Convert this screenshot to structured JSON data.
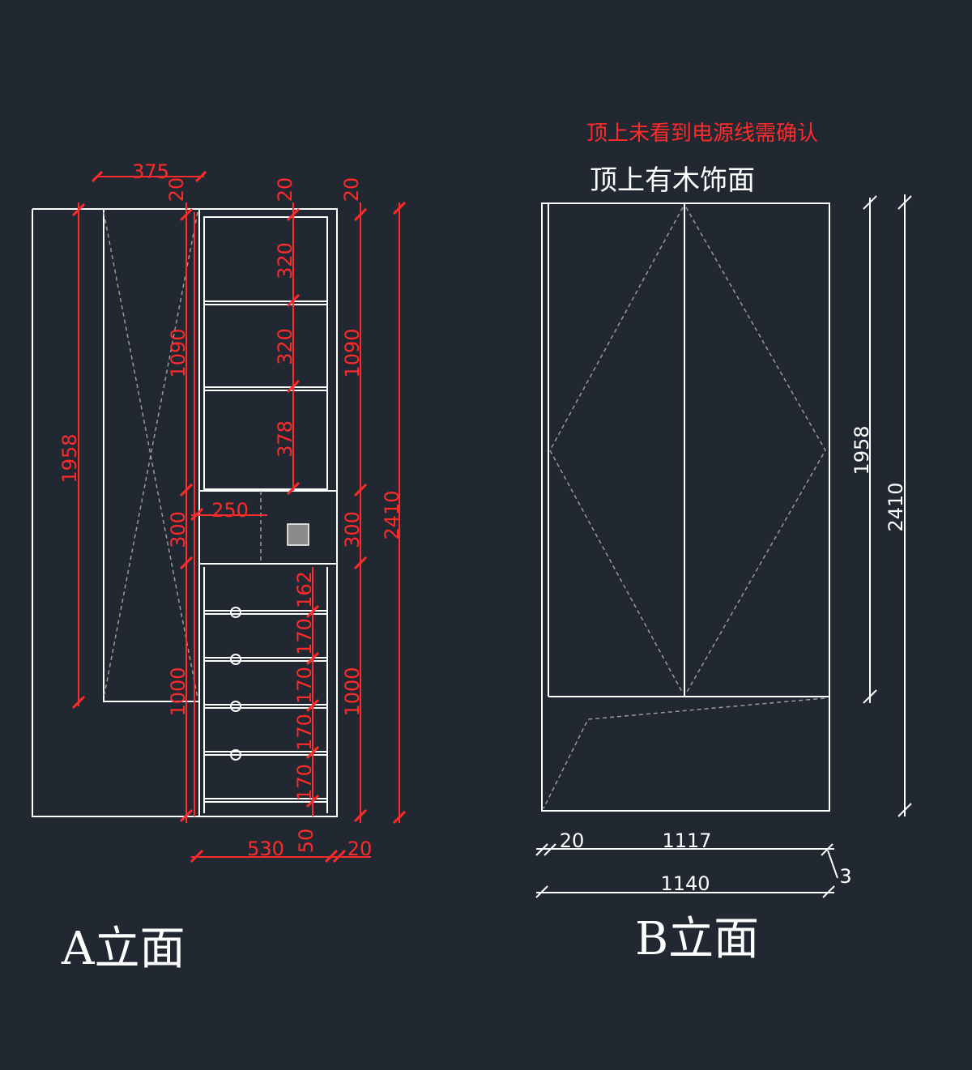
{
  "colors": {
    "background": "#222831",
    "line": "#ffffff",
    "dimension": "#ff2a2a",
    "hidden": "#9a9a9a"
  },
  "elevation_a": {
    "title": "A立面",
    "dims": {
      "d375": "375",
      "d20_a": "20",
      "d20_b": "20",
      "d20_c": "20",
      "d1958": "1958",
      "d1090_l": "1090",
      "d1090_r": "1090",
      "d2410": "2410",
      "d320_a": "320",
      "d320_b": "320",
      "d378": "378",
      "d300_l": "300",
      "d300_r": "300",
      "d250": "250",
      "d162": "162",
      "d170_a": "170",
      "d170_b": "170",
      "d170_c": "170",
      "d170_d": "170",
      "d1000_l": "1000",
      "d1000_r": "1000",
      "d530": "530",
      "d50": "50",
      "d20_bottom": "20"
    }
  },
  "elevation_b": {
    "title": "B立面",
    "note_red": "顶上未看到电源线需确认",
    "note_white": "顶上有木饰面",
    "dims": {
      "d1958": "1958",
      "d2410": "2410",
      "d20": "20",
      "d1117": "1117",
      "d3": "3",
      "d1140": "1140"
    }
  }
}
